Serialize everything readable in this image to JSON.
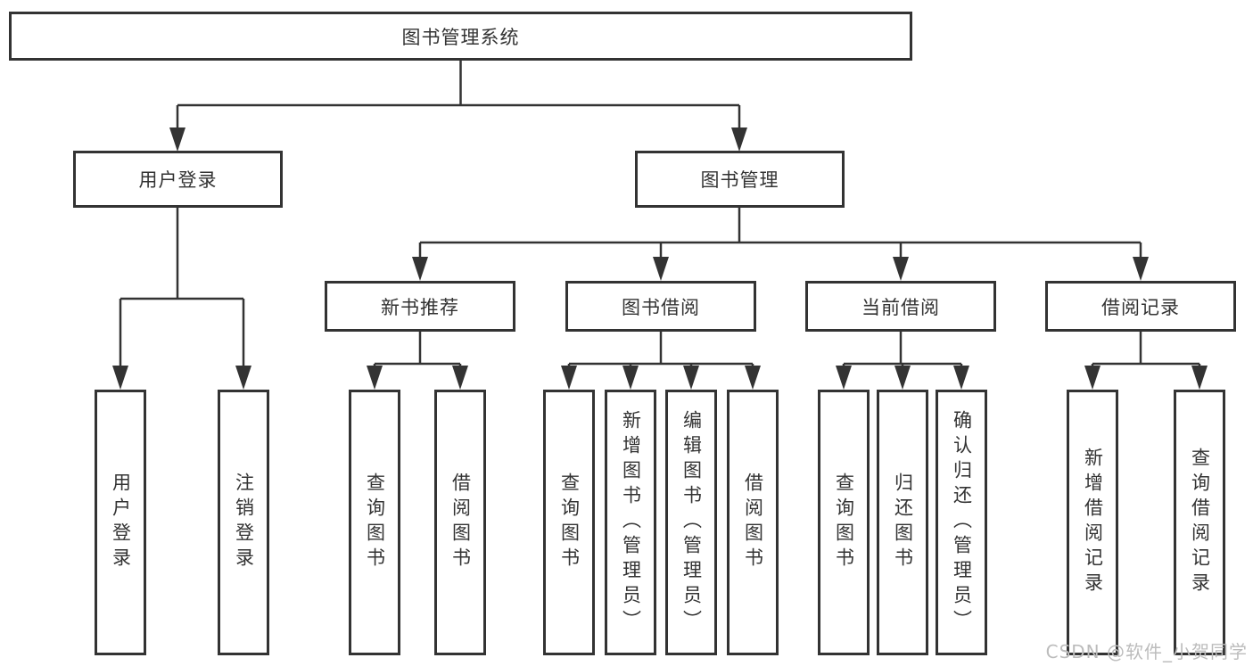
{
  "diagram": {
    "title": "图书管理系统",
    "level2": [
      {
        "label": "用户登录"
      },
      {
        "label": "图书管理"
      }
    ],
    "level3": [
      {
        "label": "新书推荐"
      },
      {
        "label": "图书借阅"
      },
      {
        "label": "当前借阅"
      },
      {
        "label": "借阅记录"
      }
    ],
    "leaf_groups": [
      {
        "parent": "用户登录",
        "items": [
          {
            "label": "用户登录"
          },
          {
            "label": "注销登录"
          }
        ]
      },
      {
        "parent": "新书推荐",
        "items": [
          {
            "label": "查询图书"
          },
          {
            "label": "借阅图书"
          }
        ]
      },
      {
        "parent": "图书借阅",
        "items": [
          {
            "label": "查询图书"
          },
          {
            "label": "新增图书（管理员）"
          },
          {
            "label": "编辑图书（管理员）"
          },
          {
            "label": "借阅图书"
          }
        ]
      },
      {
        "parent": "当前借阅",
        "items": [
          {
            "label": "查询图书"
          },
          {
            "label": "归还图书"
          },
          {
            "label": "确认归还（管理员）"
          }
        ]
      },
      {
        "parent": "借阅记录",
        "items": [
          {
            "label": "新增借阅记录"
          },
          {
            "label": "查询借阅记录"
          }
        ]
      }
    ]
  },
  "watermark": "CSDN @软件_小贺同学",
  "colors": {
    "line": "#333333",
    "text": "#333333",
    "box_bg": "#ffffff",
    "watermark": "#bcbcbc",
    "background": "#ffffff"
  }
}
